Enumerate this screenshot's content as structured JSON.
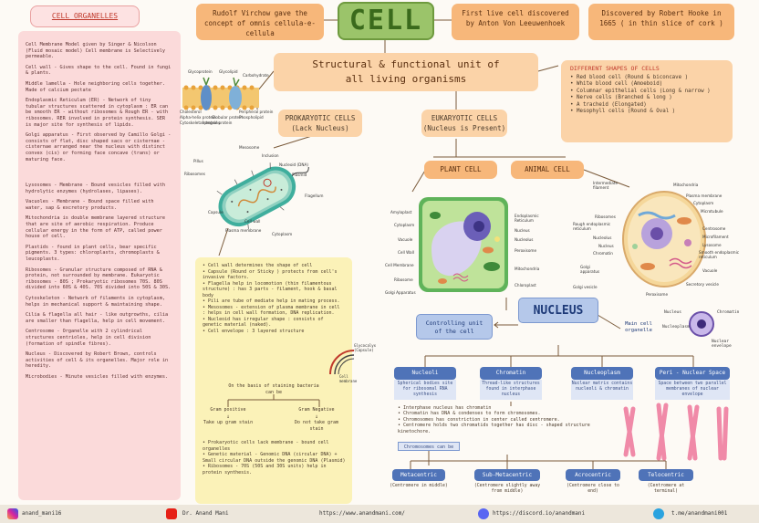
{
  "organelles": {
    "title": "CELL ORGANELLES",
    "items": [
      "Cell Membrane Model given by Singer & Nicolson (Fluid mosaic model) Cell membrane is Selectively permeable.",
      "Cell wall - Gives shape to the cell. Found in fungi & plants.",
      "Middle lamella - Hole neighboring cells together. Made of calcium pectate",
      "Endoplasmic Reticulum (ER) - Network of tiny tubular structures scattered in cytoplasm : ER can be smooth ER - without ribosomes & Rough ER - with ribosomes. RER involved in protein synthesis. SER is major site for synthesis of lipids.",
      "Golgi apparatus - First observed by Camillo Golgi - consists of flat, disc shaped sacs or cisternae - cisternae arranged near the nucleus with distinct convex (cis) or forming face concave (trans) or maturing face.",
      "Lysosomes - Membrane - Bound vesicles filled with hydrolytic enzymes (hydrolases, lipases).",
      "Vacuoles - Membrane - Bound space filled with water, sap & excretory products.",
      "Mitochondria is double membrane layered structure that are site of aerobic respiration. Produce cellular energy in the form of ATP, called power house of cell.",
      "Plastids - found in plant cells, bear specific pigments. 3 types: chloroplasts, chromoplasts & leucoplasts.",
      "Ribosomes - Granular structure composed of RNA & protein, not surrounded by membrane. Eukaryotic ribosomes - 80S ; Prokaryotic ribosomes 70S. 80S divided into 60S & 40S. 70S divided into 50S & 30S.",
      "Cytoskeleton - Network of filaments in cytoplasm, helps in mechanical support & maintaining shape.",
      "Cilia & flagella all hair - like outgrowths, cilia are smaller than flagella, help in cell movement.",
      "Centrosome - Organelle with 2 cylindrical structures centrioles, help in cell division (formation of spindle fibres).",
      "Nucleus - Discovered by Robert Brown, controls activities of cell & its organelles. Major role in heredity.",
      "Microbodies - Minute vesicles filled with enzymes."
    ]
  },
  "header": {
    "virchow": "Rudolf Virchow gave the concept of omnis cellula-e-cellula",
    "cell": "CELL",
    "leeuwenhoek": "First live cell discovered by Anton Von Leeuwenhoek",
    "hooke": "Discovered by Robert Hooke in 1665 ( in thin slice of cork )"
  },
  "unit": "Structural & functional unit of all living organisms",
  "shapes": {
    "title": "DIFFERENT SHAPES OF CELLS",
    "items": [
      "Red blood cell (Round & biconcave )",
      "White blood cell (Amoeboid)",
      "Columnar epithelial cells (Long & narrow )",
      "Nerve cells (Branched & long )",
      "A tracheid (Elongated)",
      "Mesophyll cells (Round & Oval )"
    ]
  },
  "prokaryotic": {
    "title": "PROKARYOTIC CELLS",
    "sub": "(Lack Nucleus)"
  },
  "eukaryotic": {
    "title": "EUKARYOTIC CELLS",
    "sub": "(Nucleus is Present)"
  },
  "plant_cell": "PLANT CELL",
  "animal_cell": "ANIMAL CELL",
  "membrane_labels": [
    "Glycoprotein",
    "Glycolipid",
    "Carbohydrate",
    "Cholesterol",
    "Alpha-helix protein",
    "Globular protein",
    "Peripheral protein",
    "Phospholipid",
    "Integral protein",
    "Cytoskeletal proteins"
  ],
  "bacteria_labels": [
    "Mesosome",
    "Inclusion",
    "Nucleoid (DNA)",
    "Plasmid",
    "Pillus",
    "Ribosomes",
    "Flagellum",
    "Capsule",
    "Cell wall",
    "Plasma membrane",
    "Cytoplasm"
  ],
  "plant_labels": [
    "Amyloplast",
    "Cytoplasm",
    "Vacuole",
    "Cell Wall",
    "Cell Membrane",
    "Ribosome",
    "Golgi Apparatus",
    "Endoplasmic Reticulum",
    "Nucleus",
    "Nucleolus",
    "Peroxisome",
    "Mitochondria",
    "Chloroplast"
  ],
  "animal_labels": [
    "Intermediate filament",
    "Mitochondria",
    "Plasma membrane",
    "Cytoplasm",
    "Microtubule",
    "Ribosomes",
    "Rough endoplasmic reticulum",
    "Nucleolus",
    "Nucleus",
    "Chromatin",
    "Centrosome",
    "Microfilament",
    "Lysosome",
    "Smooth endoplasmic reticulum",
    "Golgi apparatus",
    "Golgi vesicle",
    "Peroxisome",
    "Vacuole",
    "Secretory vesicle"
  ],
  "prok_notes": [
    "Cell wall determines the shape of cell",
    "Capsule (Round or Sticky ) protects from cell's invasive factors.",
    "Flagella help in locomotion (thin filamentous structure) : has 3 parts - filament, hook & basal body",
    "Pili are tube of mediate help in mating process.",
    "Mesosomes - extension of plasma membrane in cell : helps in cell wall formation, DNA replication.",
    "Nucleoid has irregular shape : consists of genetic material (naked).",
    "Cell envelope : 3 layered structure"
  ],
  "envelope": {
    "left": "Glycocalyx (Capsule)",
    "right": "Cell membrane"
  },
  "staining": {
    "intro": "On the basis of staining bacteria can be",
    "pos_title": "Gram positive",
    "pos_desc": "Take up gram stain",
    "neg_title": "Gram Negative",
    "neg_desc": "Do not take gram stain"
  },
  "prok_notes2": [
    "Prokaryotic cells lack membrane - bound cell organelles",
    "Genetic material - Genomic DNA (circular DNA) + Small circular DNA outside the genomic DNA (Plasmid)",
    "Ribosomes - 70S (50S and 30S units) help in protein synthesis."
  ],
  "nucleus": {
    "title": "NUCLEUS",
    "controlling": "Controlling unit of the cell",
    "main": "Main cell organelle",
    "parts": [
      {
        "name": "Nucleoli",
        "desc": "Spherical bodies site for ribosomal RNA synthesis"
      },
      {
        "name": "Chromatin",
        "desc": "Thread-like structures found in interphase nucleus"
      },
      {
        "name": "Nucleoplasm",
        "desc": "Nuclear matrix contains nucleoli & chromatin"
      },
      {
        "name": "Peri - Nuclear Space",
        "desc": "Space between two parallel membranes of nuclear envelope"
      }
    ],
    "chromatin_notes": [
      "Interphase nucleus has chromatin",
      "Chromatin has DNA & condenses to form chromosomes.",
      "Chromosomes has constriction in center called centromere.",
      "Centromere holds two chromatids together has disc - shaped structure kinetochore."
    ],
    "chromosomes_label": "Chromosomes can be",
    "types": [
      {
        "name": "Metacentric",
        "desc": "(Centromere in middle)"
      },
      {
        "name": "Sub-Metacentric",
        "desc": "(Centromere slightly away from middle)"
      },
      {
        "name": "Acrocentric",
        "desc": "(Centromere close to end)"
      },
      {
        "name": "Telocentric",
        "desc": "(Centromere at terminal)"
      }
    ],
    "diagram_labels": {
      "nucleus": "Nucleus",
      "chromatin": "Chromatin",
      "nucleoplasm": "Nucleoplasm",
      "envelope": "Nuclear envelope"
    }
  },
  "footer": {
    "instagram": "anand_mani16",
    "youtube": "Dr. Anand Mani",
    "website": "https://www.anandmani.com/",
    "discord": "https://discord.io/anandmani",
    "telegram": "t.me/anandmani001"
  },
  "colors": {
    "orange": "#f7b77a",
    "pink": "#fbdada",
    "green": "#9bc46a",
    "yellow": "#fbf2b8",
    "blue": "#4f73b8",
    "red": "#c0392b"
  }
}
